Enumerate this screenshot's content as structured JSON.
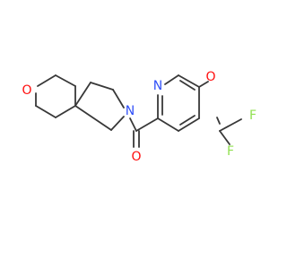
{
  "colors": {
    "bond": "#383838",
    "oxygen": "#ff0d0d",
    "nitrogen": "#3050f8",
    "fluorine": "#90e050",
    "background": "#ffffff"
  },
  "atoms": {
    "ring_oxygen": "O",
    "amide_nitrogen": "N",
    "carbonyl_oxygen": "O",
    "pyridine_nitrogen": "N",
    "ether_oxygen": "O",
    "fluorine_top": "F",
    "fluorine_bottom": "F"
  }
}
